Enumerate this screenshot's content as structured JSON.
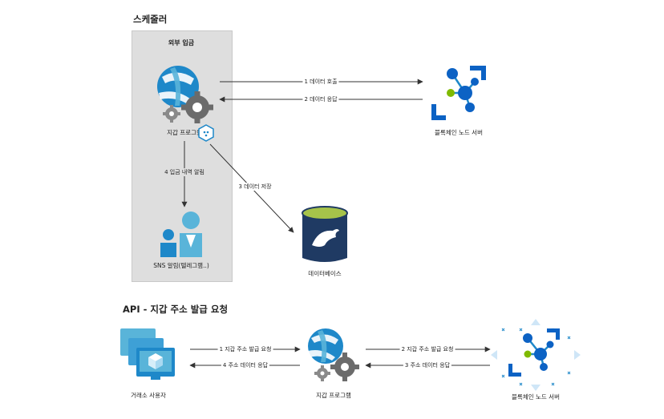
{
  "scheduler": {
    "title": "스케줄러",
    "group_title": "외부 입금",
    "program_label": "지갑 프로그램",
    "blockchain_label": "블록체인 노드 서버",
    "sns_label": "SNS 알림(텔레그램..)",
    "database_label": "데이터베이스",
    "edges": {
      "call": "1 데이터 호출",
      "response": "2 데이터 응답",
      "store": "3 데이터 저장",
      "notify": "4 입금 내역 알림"
    }
  },
  "api": {
    "title": "API - 지갑 주소 발급 요청",
    "exchange_label": "거래소 사용자",
    "program_label": "지갑 프로그램",
    "blockchain_label": "블록체인 노드 서버",
    "edges": {
      "request_to_program": "1 지갑 주소 발급 요청",
      "request_to_node": "2 지갑 주소 발급 요청",
      "node_response": "3 주소 데이터 응답",
      "program_response": "4 주소 데이터 응답"
    }
  },
  "colors": {
    "azure_blue": "#1e88c9",
    "azure_light": "#59b4d9",
    "gear_gray": "#6b6b6b",
    "node_dark": "#0c62c4",
    "node_green": "#7fba00",
    "db_navy": "#1f3a63",
    "db_green": "#a6c34a",
    "group_bg": "#dedede",
    "arrow": "#333333"
  },
  "icons": {
    "program": "web-app-gear-icon",
    "blockchain": "blockchain-node-icon",
    "database": "mysql-database-icon",
    "sns": "users-group-icon",
    "exchange": "virtual-machines-icon"
  }
}
